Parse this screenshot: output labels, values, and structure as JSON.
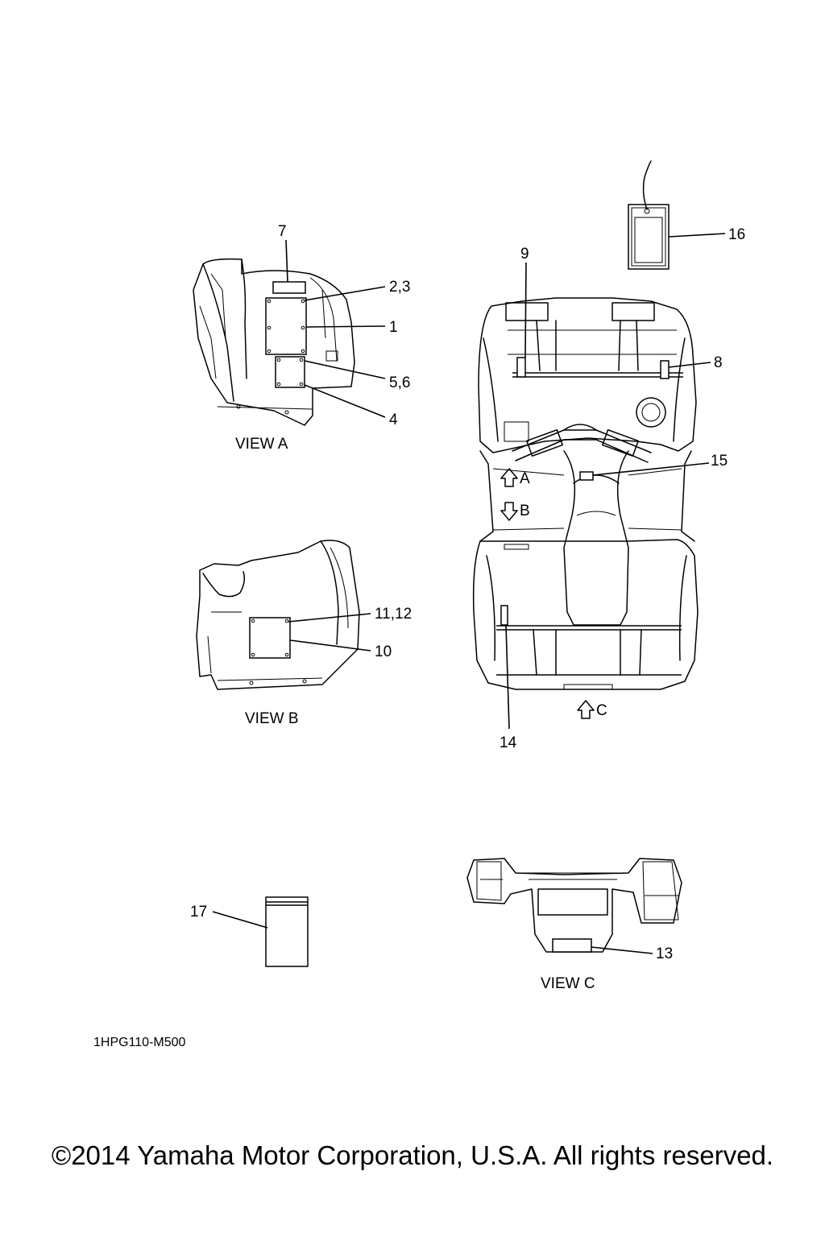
{
  "callouts": {
    "c1": "1",
    "c2_3": "2,3",
    "c4": "4",
    "c5_6": "5,6",
    "c7": "7",
    "c8": "8",
    "c9": "9",
    "c10": "10",
    "c11_12": "11,12",
    "c13": "13",
    "c14": "14",
    "c15": "15",
    "c16": "16",
    "c17": "17"
  },
  "views": {
    "a": "VIEW A",
    "b": "VIEW B",
    "c": "VIEW C"
  },
  "arrows": {
    "a": "A",
    "b": "B",
    "c": "C"
  },
  "drawing_code": "1HPG110-M500",
  "copyright": "©2014 Yamaha Motor Corporation, U.S.A. All rights reserved."
}
